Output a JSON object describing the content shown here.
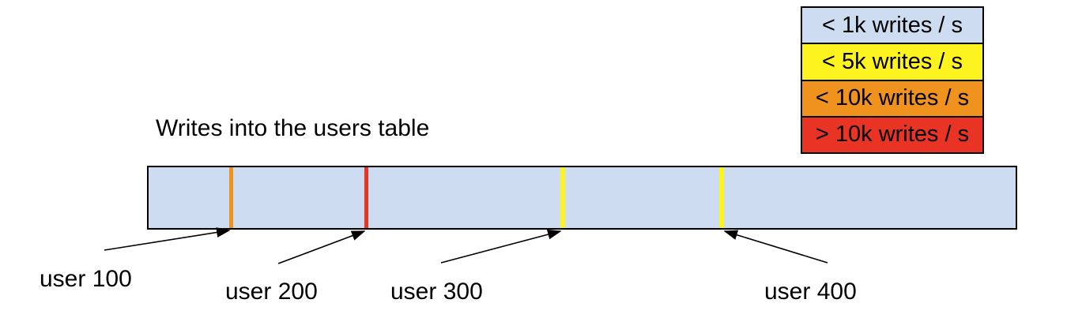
{
  "title": "Writes into the users table",
  "legend": {
    "items": [
      {
        "label": "< 1k writes / s",
        "color": "#cddcf0"
      },
      {
        "label": "< 5k writes / s",
        "color": "#fcf31f"
      },
      {
        "label": "< 10k writes / s",
        "color": "#f0921e"
      },
      {
        "label": "> 10k writes / s",
        "color": "#e93425"
      }
    ]
  },
  "bar": {
    "fill": "#cddcf0",
    "outline": "#000000",
    "markers": [
      {
        "label": "user 100",
        "color": "#f0921e",
        "position_pct": 9.6,
        "rate_bucket": "< 10k writes / s"
      },
      {
        "label": "user 200",
        "color": "#e93425",
        "position_pct": 25.2,
        "rate_bucket": "> 10k writes / s"
      },
      {
        "label": "user 300",
        "color": "#fcf31f",
        "position_pct": 47.8,
        "rate_bucket": "< 5k writes / s"
      },
      {
        "label": "user 400",
        "color": "#fcf31f",
        "position_pct": 66.0,
        "rate_bucket": "< 5k writes / s"
      }
    ]
  }
}
